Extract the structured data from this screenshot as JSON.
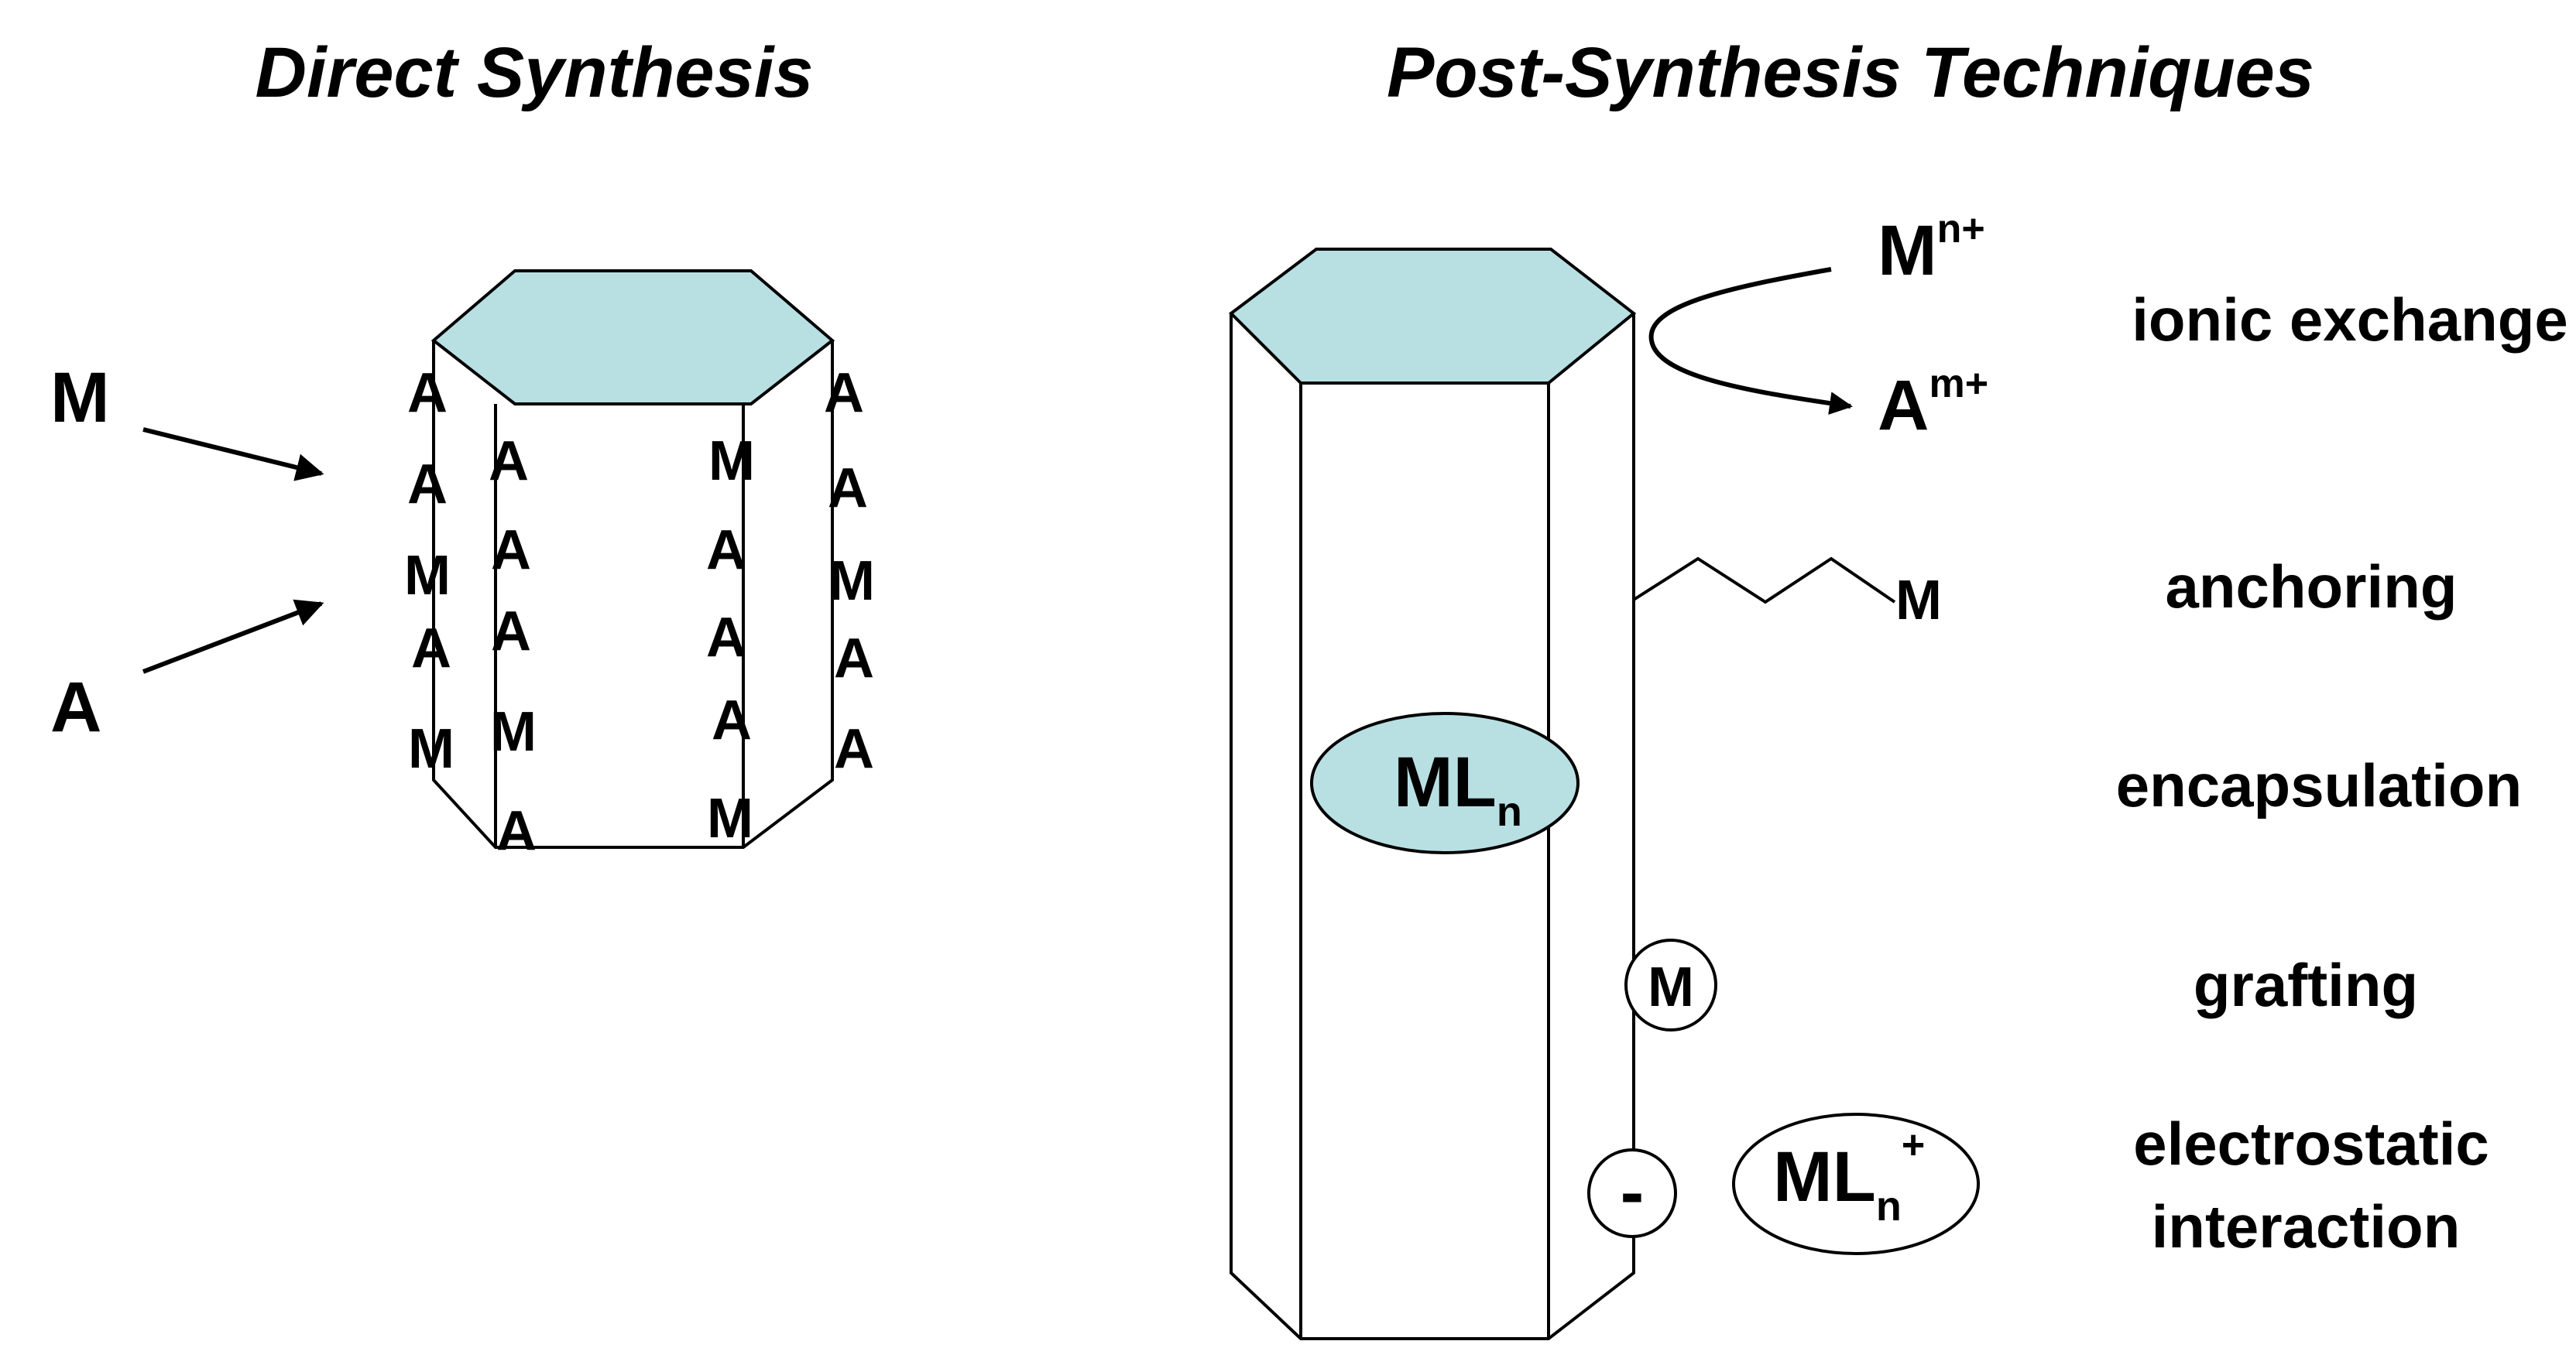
{
  "titles": {
    "direct": "Direct Synthesis",
    "post": "Post-Synthesis Techniques"
  },
  "direct": {
    "inputs": {
      "metal": "M",
      "acid": "A"
    },
    "sites": {
      "col1": [
        "A",
        "A",
        "M",
        "A",
        "M"
      ],
      "col2": [
        "A",
        "A",
        "A",
        "M",
        "A"
      ],
      "col3": [
        "M",
        "A",
        "A",
        "A",
        "M"
      ],
      "col4": [
        "A",
        "A",
        "M",
        "A",
        "A"
      ]
    }
  },
  "post": {
    "ionic": {
      "metal": "M",
      "metal_charge": "n+",
      "acid": "A",
      "acid_charge": "m+",
      "label": "ionic exchange"
    },
    "anchoring": {
      "metal": "M",
      "label": "anchoring"
    },
    "encapsulation": {
      "complex": "ML",
      "subscript": "n",
      "label": "encapsulation"
    },
    "grafting": {
      "metal": "M",
      "label": "grafting"
    },
    "electrostatic": {
      "charge": "-",
      "complex": "ML",
      "subscript": "n",
      "superscript": "+",
      "label_line1": "electrostatic",
      "label_line2": "interaction"
    }
  },
  "colors": {
    "hex_face": "#b8e0e3",
    "line": "#000000",
    "background": "#ffffff"
  }
}
